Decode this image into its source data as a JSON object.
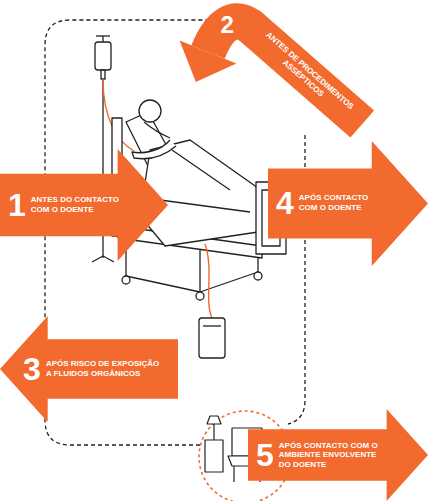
{
  "diagram": {
    "nodes": [
      {
        "text": [
          "1",
          "ANTES DO CONTACTO COM O DOENTE"
        ]
      },
      {
        "text": [
          "2",
          "ANTES DE PROCEDIMENTOS ASSÉPTICOS"
        ]
      },
      {
        "text": [
          "3",
          "APÓS RISCO DE EXPOSIÇÃO A FLUIDOS ORGÂNICOS"
        ]
      },
      {
        "text": [
          "4",
          "APÓS CONTACTO COM O DOENTE"
        ]
      },
      {
        "text": [
          "5",
          "APÓS CONTACTO COM O AMBIENTE ENVOLVENTE DO DOENTE"
        ]
      }
    ]
  }
}
